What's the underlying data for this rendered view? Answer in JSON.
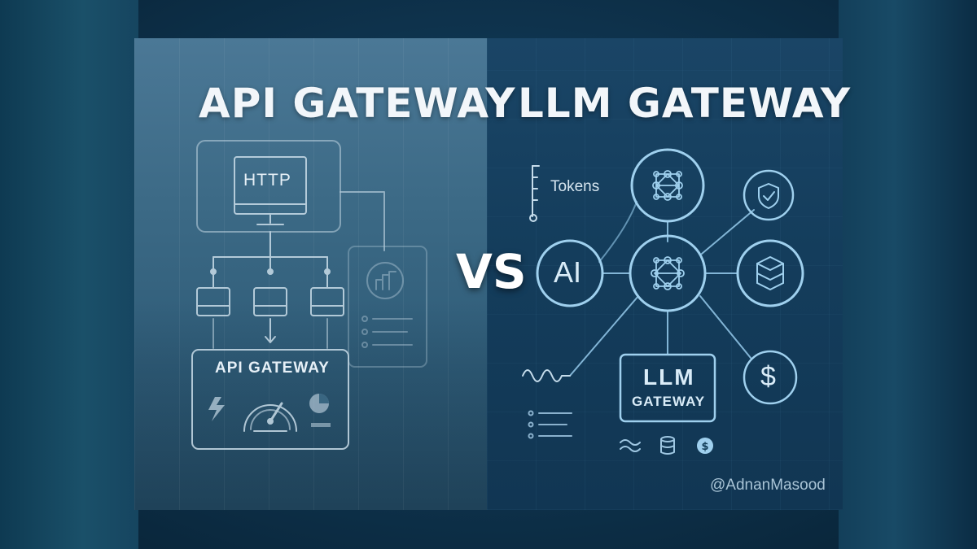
{
  "left": {
    "title": "API GATEWAY",
    "http_label": "HTTP",
    "gateway_box_label": "API GATEWAY"
  },
  "vs_label": "VS",
  "right": {
    "title": "LLM GATEWAY",
    "tokens_label": "Tokens",
    "ai_label": "AI",
    "gateway_box_line1": "LLM",
    "gateway_box_line2": "GATEWAY",
    "dollar_symbol": "$"
  },
  "watermark": "@AdnanMasood",
  "colors": {
    "line_light": "#c9dce8",
    "line_glow": "#9fd0ee",
    "title_text": "#f2f6fa"
  }
}
